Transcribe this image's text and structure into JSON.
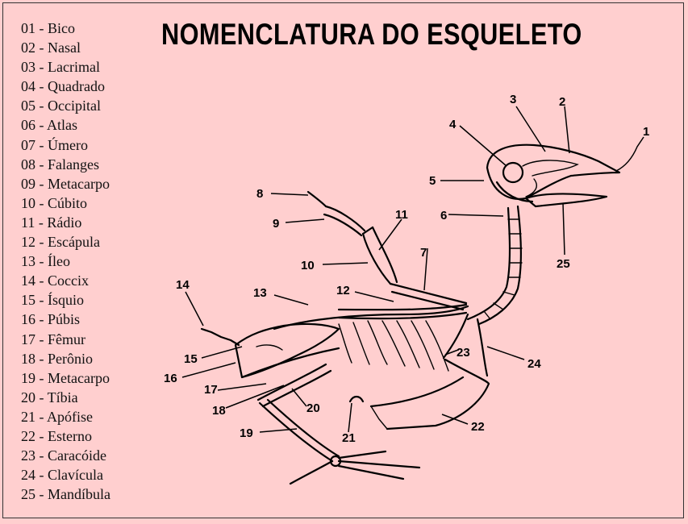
{
  "title": "NOMENCLATURA DO ESQUELETO",
  "legend": [
    "01 - Bico",
    "02 - Nasal",
    "03 - Lacrimal",
    "04 - Quadrado",
    "05 - Occipital",
    "06 - Atlas",
    "07 - Úmero",
    "08 - Falanges",
    "09 - Metacarpo",
    "10 - Cúbito",
    "11 - Rádio",
    "12 - Escápula",
    "13 - Íleo",
    "14 - Coccix",
    "15 - Ísquio",
    "16 - Púbis",
    "17 - Fêmur",
    "18 - Perônio",
    "19 - Metacarpo",
    "20 - Tíbia",
    "21 - Apófise",
    "22 - Esterno",
    "23 - Caracóide",
    "24 - Clavícula",
    "25 - Mandíbula"
  ],
  "diagram_labels": [
    "1",
    "2",
    "3",
    "4",
    "5",
    "6",
    "7",
    "8",
    "9",
    "10",
    "11",
    "12",
    "13",
    "14",
    "15",
    "16",
    "17",
    "18",
    "19",
    "20",
    "21",
    "22",
    "23",
    "24",
    "25"
  ]
}
